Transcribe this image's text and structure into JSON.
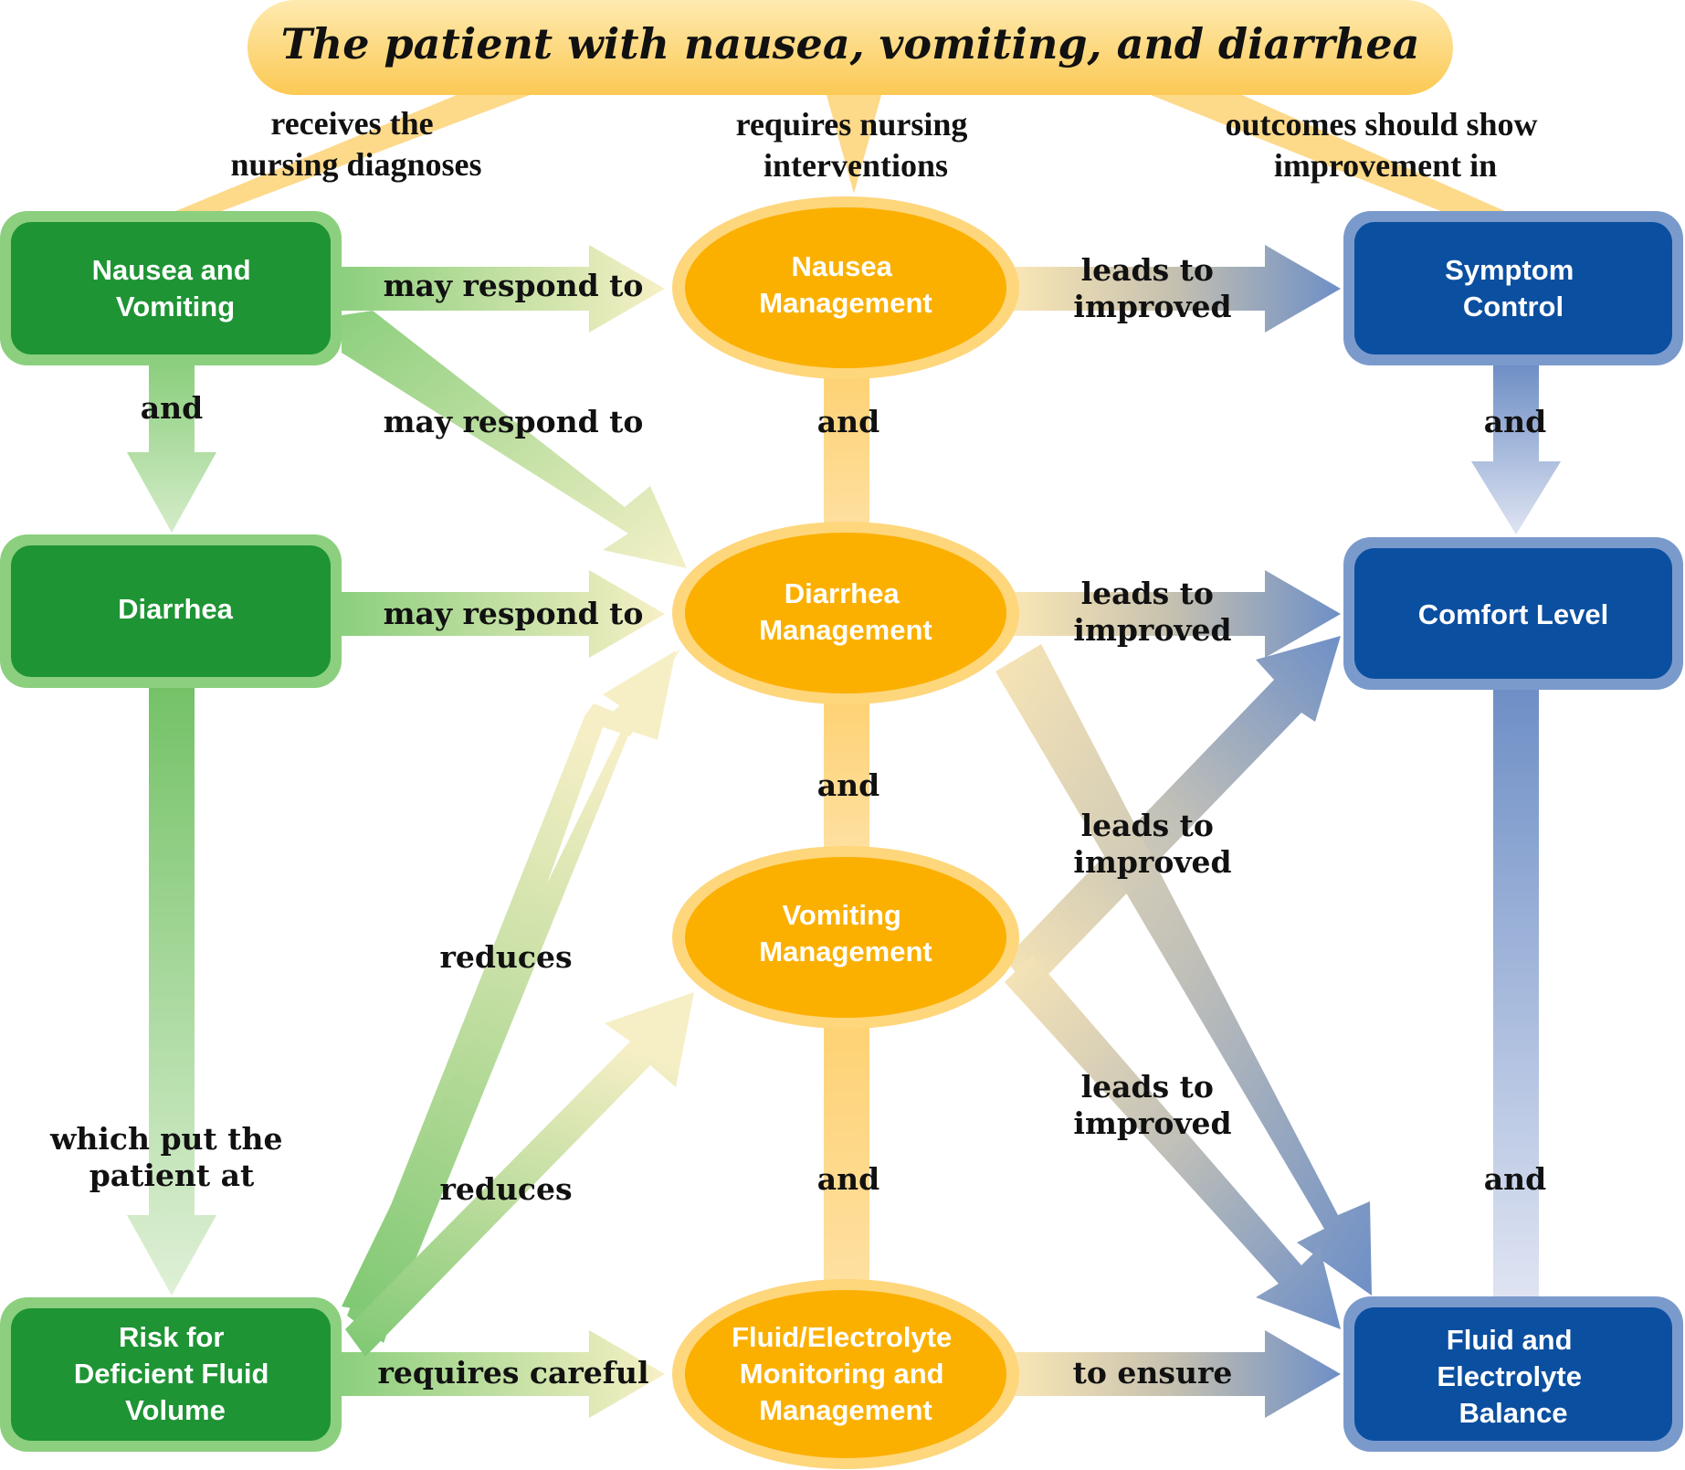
{
  "title": "The patient with nausea, vomiting, and diarrhea",
  "colors": {
    "green_dark": "#1e9434",
    "green_light": "#8ccf7e",
    "orange_dark": "#fbb000",
    "orange_light": "#fed67c",
    "blue_dark": "#0b4fa0",
    "blue_light": "#7b9acc",
    "title_fill": "#fdd37a"
  },
  "column_headers": {
    "diagnoses": [
      "receives the",
      "nursing diagnoses"
    ],
    "interventions": [
      "requires nursing",
      "interventions"
    ],
    "outcomes": [
      "outcomes should show",
      "improvement in"
    ]
  },
  "diagnoses": [
    {
      "id": "nausea-vomiting",
      "lines": [
        "Nausea and",
        "Vomiting"
      ]
    },
    {
      "id": "diarrhea",
      "lines": [
        "Diarrhea"
      ]
    },
    {
      "id": "risk-fluid",
      "lines": [
        "Risk for",
        "Deficient Fluid",
        "Volume"
      ]
    }
  ],
  "interventions": [
    {
      "id": "nausea-management",
      "lines": [
        "Nausea",
        "Management"
      ]
    },
    {
      "id": "diarrhea-management",
      "lines": [
        "Diarrhea",
        "Management"
      ]
    },
    {
      "id": "vomiting-management",
      "lines": [
        "Vomiting",
        "Management"
      ]
    },
    {
      "id": "fluid-monitoring",
      "lines": [
        "Fluid/Electrolyte",
        "Monitoring and",
        "Management"
      ]
    }
  ],
  "outcomes": [
    {
      "id": "symptom-control",
      "lines": [
        "Symptom",
        "Control"
      ]
    },
    {
      "id": "comfort-level",
      "lines": [
        "Comfort Level"
      ]
    },
    {
      "id": "fluid-balance",
      "lines": [
        "Fluid and",
        "Electrolyte",
        "Balance"
      ]
    }
  ],
  "edge_labels": {
    "nv_to_nausea_mgmt": [
      "may respond to"
    ],
    "nv_to_diarrhea_mgmt": [
      "may respond to"
    ],
    "diarrhea_to_diarrhea_mgmt": [
      "may respond to"
    ],
    "nv_to_diarrhea": [
      "and"
    ],
    "diarrhea_to_risk": [
      "which put the",
      "patient at"
    ],
    "risk_to_diarrhea_mgmt": [
      "reduces"
    ],
    "risk_to_vomiting_mgmt": [
      "reduces"
    ],
    "risk_to_fluid_mgmt": [
      "requires careful"
    ],
    "mid_and_1": [
      "and"
    ],
    "mid_and_2": [
      "and"
    ],
    "mid_and_3": [
      "and"
    ],
    "nausea_mgmt_to_symptom": [
      "leads to",
      "improved"
    ],
    "diarrhea_mgmt_to_comfort": [
      "leads to",
      "improved"
    ],
    "vomiting_mgmt_cross": [
      "leads to",
      "improved"
    ],
    "vomiting_mgmt_to_fluid": [
      "leads to",
      "improved"
    ],
    "fluid_mgmt_to_fluid_balance": [
      "to ensure"
    ],
    "right_and_1": [
      "and"
    ],
    "right_and_2": [
      "and"
    ]
  }
}
